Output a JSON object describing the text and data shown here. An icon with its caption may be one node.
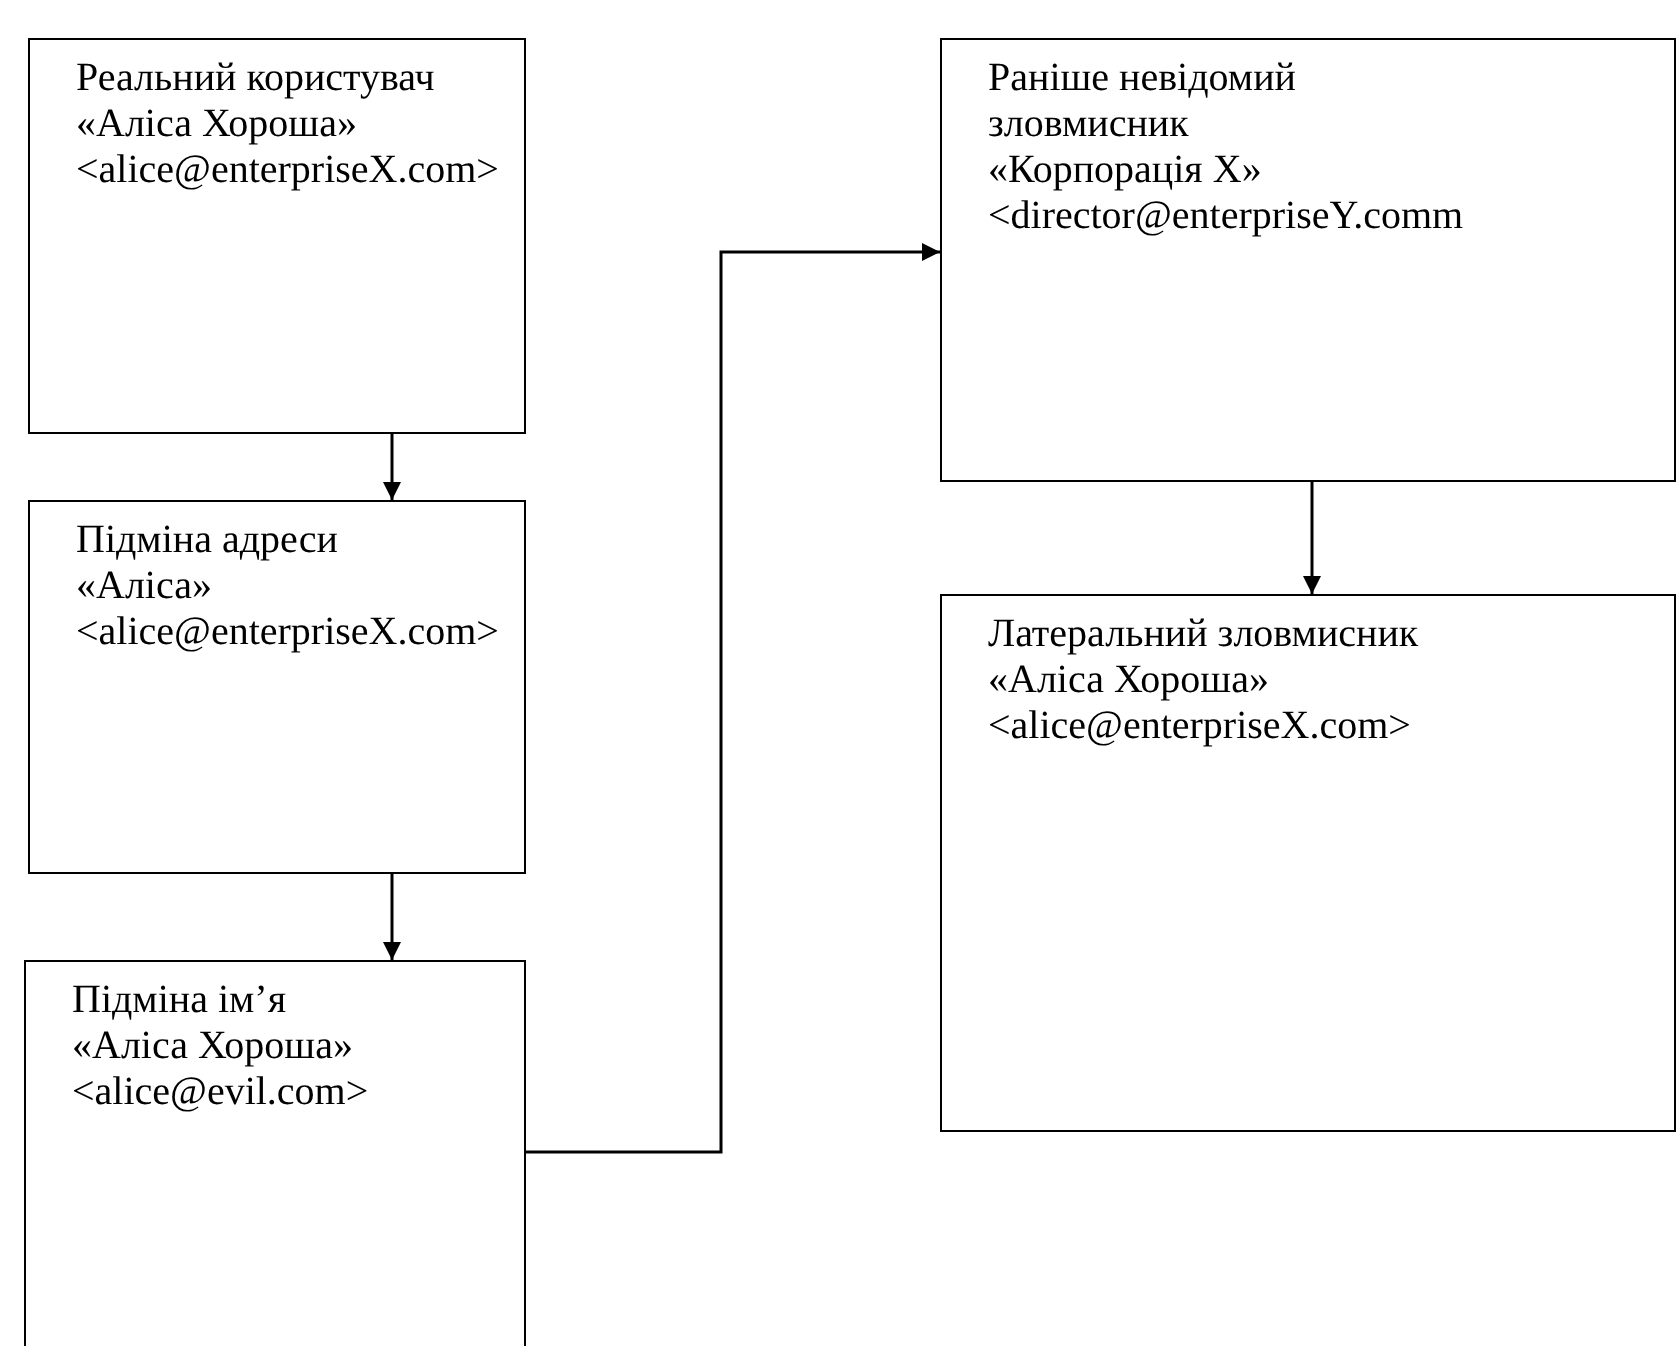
{
  "diagram": {
    "nodes": [
      {
        "text": [
          "Реальний користувач",
          "«Аліса Хороша»",
          "<alice@enterpriseX.com>"
        ]
      },
      {
        "text": [
          "Підміна адреси",
          "«Аліса»",
          "<alice@enterpriseX.com>"
        ]
      },
      {
        "text": [
          "Підміна ім’я",
          "«Аліса Хороша»",
          "<alice@evil.com>"
        ]
      },
      {
        "text": [
          "Раніше невідомий зловмисник",
          "«Корпорація X»",
          "<director@enterpriseY.comm"
        ]
      },
      {
        "text": [
          "Латеральний зловмисник",
          "«Аліса Хороша»",
          "<alice@enterpriseX.com>"
        ]
      }
    ],
    "edges": [
      {
        "from": 0,
        "to": 1,
        "arrow": "to"
      },
      {
        "from": 1,
        "to": 2,
        "arrow": "to"
      },
      {
        "from": 2,
        "to": 3,
        "arrow": "to"
      },
      {
        "from": 3,
        "to": 4,
        "arrow": "to"
      }
    ]
  }
}
